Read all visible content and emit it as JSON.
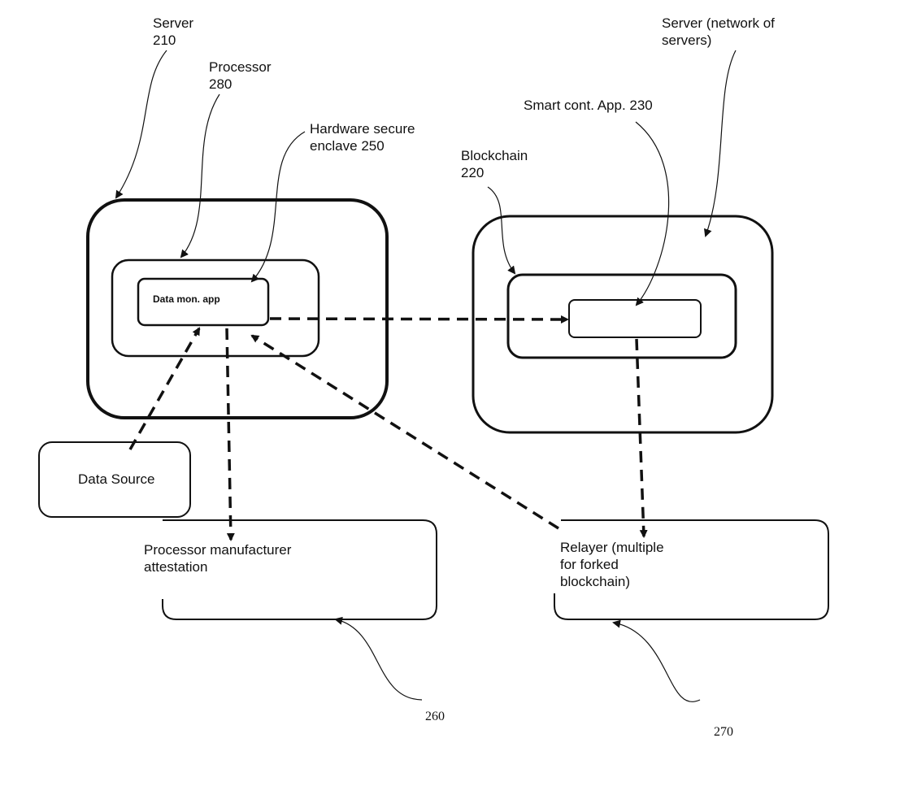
{
  "labels": {
    "server_left": "Server\n210",
    "processor": "Processor\n280",
    "enclave": "Hardware secure\nenclave 250",
    "server_right": "Server (network of\nservers)",
    "smart_contract": "Smart cont. App. 230",
    "blockchain": "Blockchain\n220",
    "data_mon_app": "Data mon. app",
    "data_source": "Data Source",
    "attestation": "Processor manufacturer\nattestation",
    "relayer": "Relayer (multiple\nfor forked\nblockchain)",
    "ref_260": "260",
    "ref_270": "270"
  },
  "colors": {
    "ink": "#111111",
    "background": "#ffffff"
  }
}
